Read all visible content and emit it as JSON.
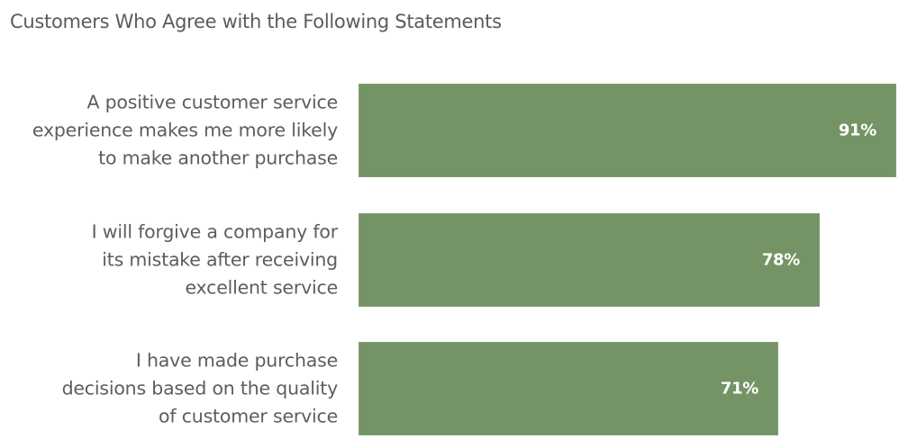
{
  "chart_data": {
    "type": "bar",
    "orientation": "horizontal",
    "title": "Customers Who Agree with the Following Statements",
    "categories": [
      "A positive customer service experience makes me more likely to make another purchase",
      "I will forgive a company for its mistake after receiving excellent service",
      "I have made purchase decisions based on the quality of customer service"
    ],
    "values": [
      91,
      78,
      71
    ],
    "value_labels": [
      "91%",
      "78%",
      "71%"
    ],
    "unit": "%",
    "xlabel": "",
    "ylabel": "",
    "xlim": [
      0,
      91
    ],
    "grid": false,
    "legend": null,
    "bar_color": "#749466"
  },
  "rows": [
    {
      "lines": [
        "A positive customer service",
        "experience makes me more likely",
        "to make another purchase"
      ],
      "value": 91,
      "value_label": "91%"
    },
    {
      "lines": [
        "I will forgive a company for",
        "its mistake after receiving",
        "excellent service"
      ],
      "value": 78,
      "value_label": "78%"
    },
    {
      "lines": [
        "I have made purchase",
        "decisions based on the quality",
        "of customer service"
      ],
      "value": 71,
      "value_label": "71%"
    }
  ]
}
